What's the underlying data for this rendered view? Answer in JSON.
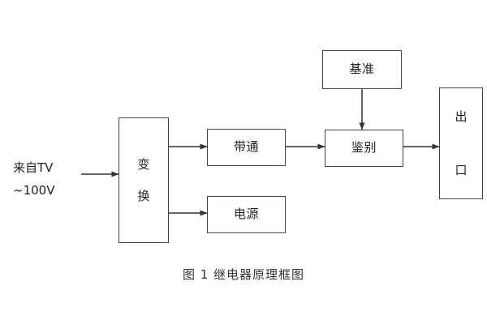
{
  "figure": {
    "caption": "图 1  继电器原理框图",
    "background_color": "#ffffff",
    "line_color": "#444444",
    "text_color": "#222222"
  },
  "input": {
    "label": "来自TV\n~100V",
    "line1": "来自TV",
    "line2": "~100V"
  },
  "blocks": {
    "convert": {
      "label": "变\n换"
    },
    "bandpass": {
      "label": "带通"
    },
    "power": {
      "label": "电源"
    },
    "reference": {
      "label": "基准"
    },
    "discriminate": {
      "label": "鉴别"
    },
    "output": {
      "label": "出\n口"
    }
  },
  "connections": [
    {
      "name": "input-to-convert",
      "from": "来自TV ~100V",
      "to": "变换"
    },
    {
      "name": "convert-to-bandpass",
      "from": "变换",
      "to": "带通"
    },
    {
      "name": "convert-to-power",
      "from": "变换",
      "to": "电源"
    },
    {
      "name": "bandpass-to-discriminate",
      "from": "带通",
      "to": "鉴别"
    },
    {
      "name": "reference-to-discriminate",
      "from": "基准",
      "to": "鉴别"
    },
    {
      "name": "discriminate-to-output",
      "from": "鉴别",
      "to": "出口"
    }
  ]
}
